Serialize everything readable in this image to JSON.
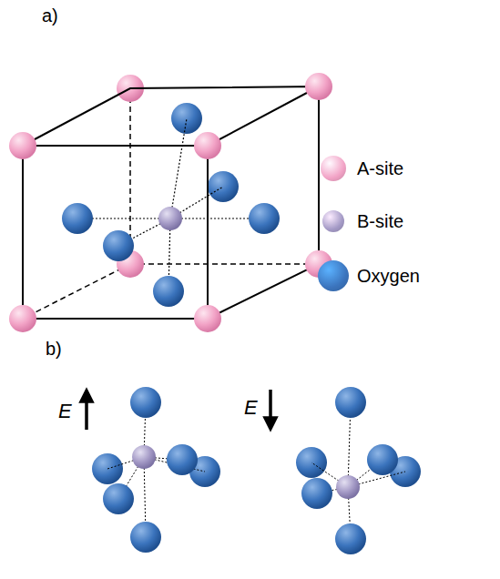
{
  "diagram": {
    "labels": [
      "a)",
      "b)",
      "E",
      "E"
    ],
    "legend": [
      {
        "text": "A-site",
        "color": "#f2a3c6"
      },
      {
        "text": "B-site",
        "color": "#a49ac6"
      },
      {
        "text": "Oxygen",
        "color": "#3b74bd"
      }
    ]
  }
}
